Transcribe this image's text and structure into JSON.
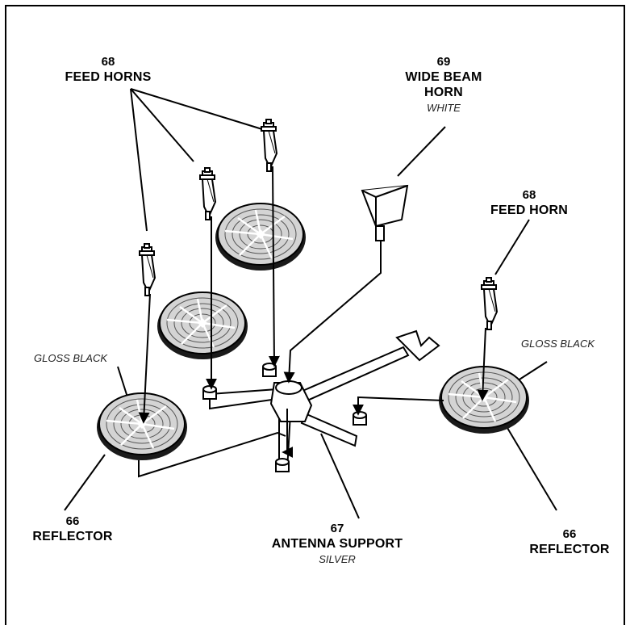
{
  "labels": {
    "feed_horns": {
      "number": "68",
      "name": "FEED HORNS"
    },
    "wide_beam_horn": {
      "number": "69",
      "name_line1": "WIDE BEAM",
      "name_line2": "HORN",
      "finish": "WHITE"
    },
    "feed_horn": {
      "number": "68",
      "name": "FEED HORN"
    },
    "gloss_black_left": "GLOSS BLACK",
    "gloss_black_right": "GLOSS BLACK",
    "reflector_left": {
      "number": "66",
      "name": "REFLECTOR"
    },
    "antenna_support": {
      "number": "67",
      "name": "ANTENNA SUPPORT",
      "finish": "SILVER"
    },
    "reflector_right": {
      "number": "66",
      "name": "REFLECTOR"
    }
  },
  "colors": {
    "line": "#000000",
    "dish_fill": "#d4d4d4",
    "dish_rim": "#1a1a1a",
    "part_fill": "#ffffff"
  }
}
